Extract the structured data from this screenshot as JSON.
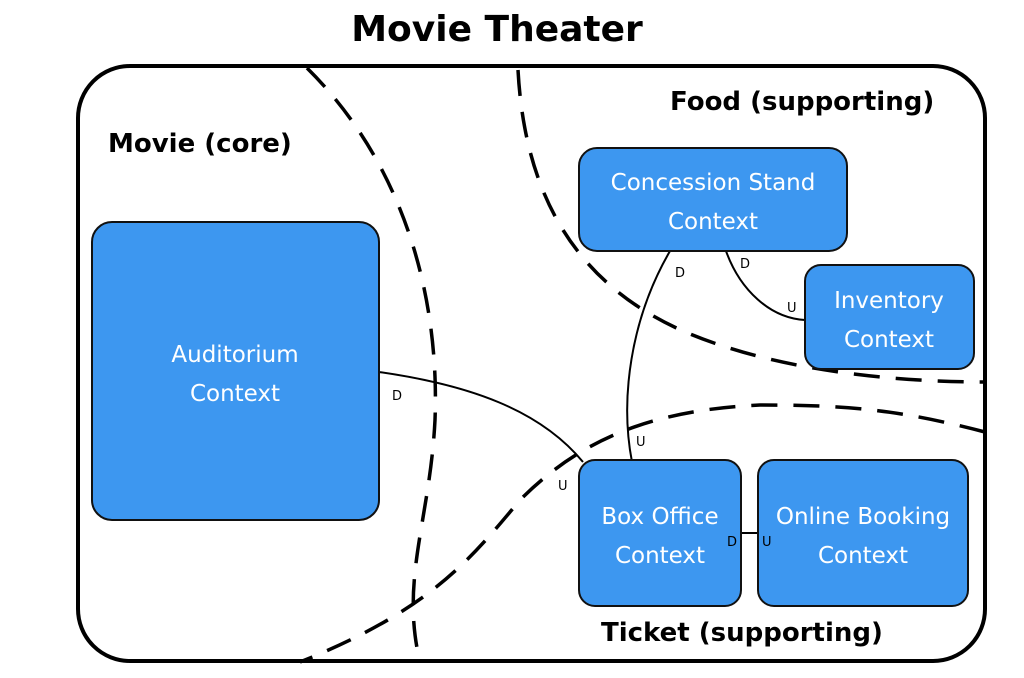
{
  "title": "Movie Theater",
  "colors": {
    "box_fill": "#3d97f0",
    "box_stroke": "#111111",
    "line": "#000000",
    "background": "#ffffff"
  },
  "domains": {
    "movie": "Movie (core)",
    "food": "Food (supporting)",
    "ticket": "Ticket (supporting)"
  },
  "contexts": {
    "auditorium": [
      "Auditorium",
      "Context"
    ],
    "concession": [
      "Concession Stand",
      "Context"
    ],
    "inventory": [
      "Inventory",
      "Context"
    ],
    "box_office": [
      "Box Office",
      "Context"
    ],
    "online_booking": [
      "Online Booking",
      "Context"
    ]
  },
  "relationships": {
    "auditorium_box_office": {
      "from": "D",
      "to": "U"
    },
    "concession_box_office": {
      "from": "D",
      "to": "U"
    },
    "concession_inventory": {
      "from": "D",
      "to": "U"
    },
    "box_office_online_booking": {
      "from": "D",
      "to": "U"
    }
  }
}
